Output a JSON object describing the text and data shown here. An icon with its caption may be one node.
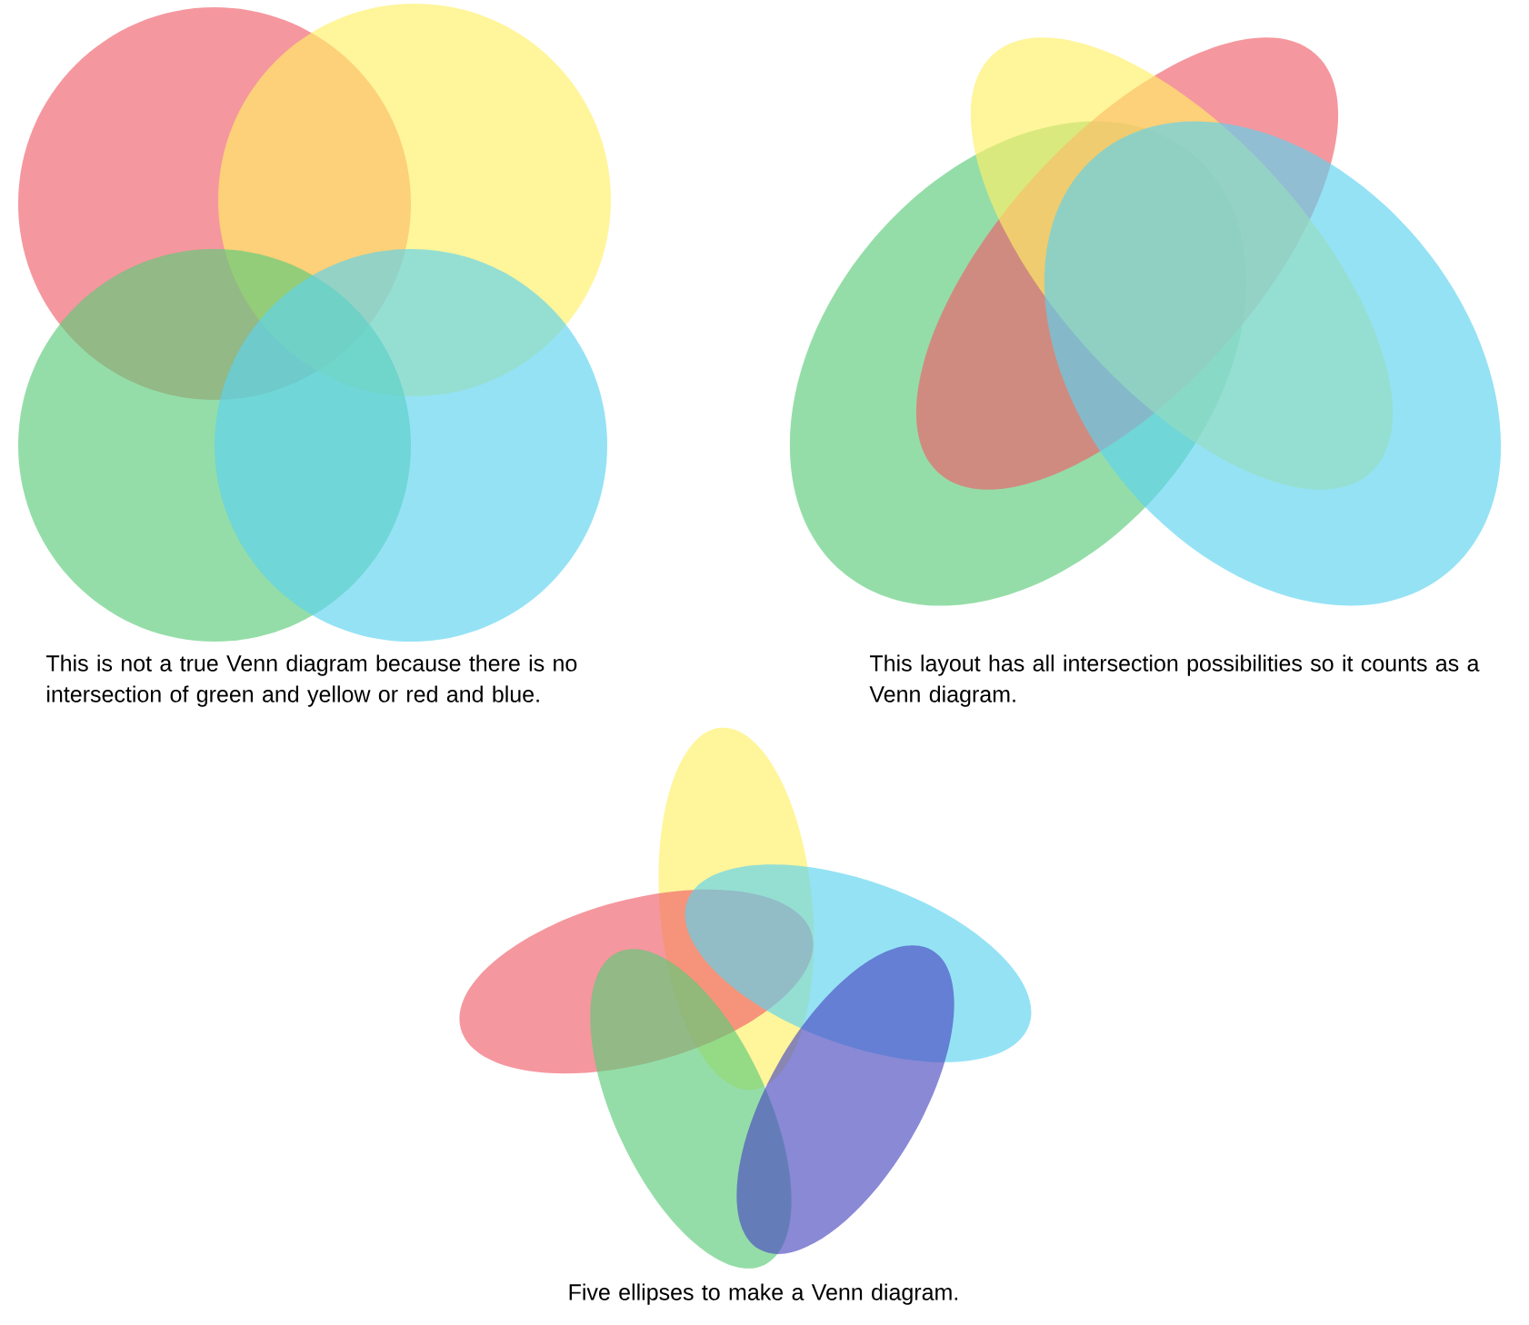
{
  "diagram": {
    "labels": [
      "This is not a true Venn diagram because there is no intersection of green and yellow or red and blue.",
      "This layout has all intersection possibilities so it counts as a Venn diagram.",
      "Five ellipses to make a Venn diagram."
    ]
  }
}
